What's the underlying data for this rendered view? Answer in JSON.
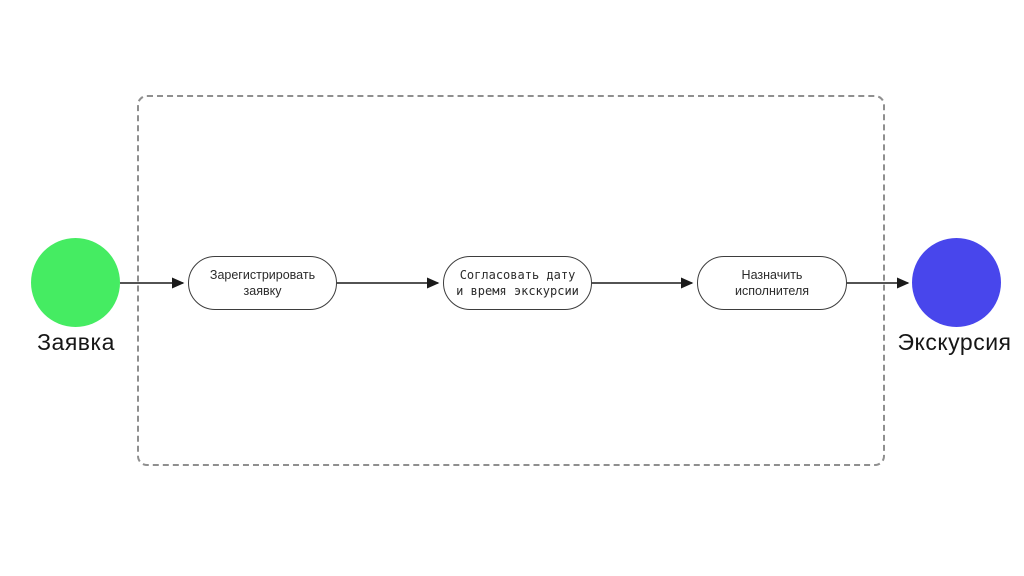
{
  "diagram": {
    "frame_color": "#8f8f8f",
    "arrow_color": "#1a1a1a",
    "start_node": {
      "label": "Заявка",
      "color": "#45ec62"
    },
    "end_node": {
      "label": "Экскурсия",
      "color": "#4846ec"
    },
    "steps": [
      {
        "lines": [
          "Зарегистрировать",
          "заявку"
        ]
      },
      {
        "lines": [
          "Согласовать дату",
          "и время экскурсии"
        ]
      },
      {
        "lines": [
          "Назначить",
          "исполнителя"
        ]
      }
    ]
  }
}
